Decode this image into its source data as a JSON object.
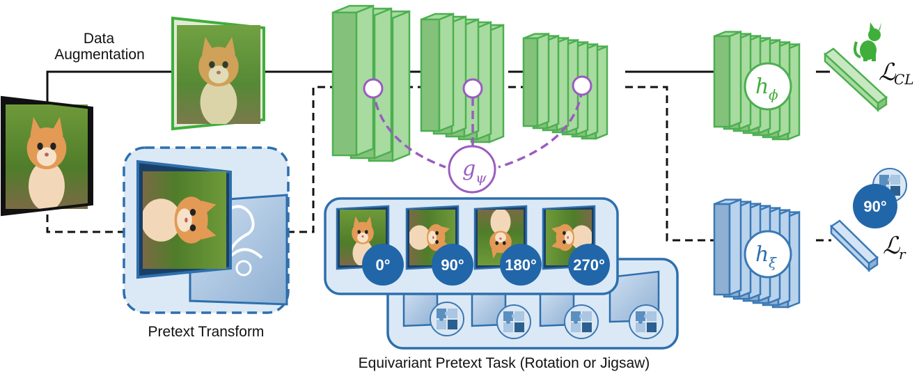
{
  "labels": {
    "data_augmentation_line1": "Data",
    "data_augmentation_line2": "Augmentation",
    "pretext_transform": "Pretext Transform",
    "equivariant_task": "Equivariant Pretext Task (Rotation or Jigsaw)"
  },
  "math": {
    "g_base": "g",
    "g_sub": "ψ",
    "h_phi_base": "h",
    "h_phi_sub": "ϕ",
    "h_xi_base": "h",
    "h_xi_sub": "ξ",
    "loss_cl_base": "ℒ",
    "loss_cl_sub": "CL",
    "loss_r_base": "ℒ",
    "loss_r_sub": "r"
  },
  "rotations": [
    "0°",
    "90°",
    "180°",
    "270°"
  ],
  "predicted_rotation": "90°",
  "colors": {
    "green_stroke": "#4caf50",
    "green_fill": "#a8dba0",
    "green_dark": "#84c27c",
    "blue_stroke": "#3a78b5",
    "blue_fill": "#b9d3ec",
    "blue_dark": "#8fb0d3",
    "panel_fill": "#dbe9f6",
    "purple": "#9a5cc0",
    "badge": "#2166a8"
  },
  "icons": [
    "kitten-photo",
    "cat-silhouette-icon",
    "puzzle-icon"
  ]
}
